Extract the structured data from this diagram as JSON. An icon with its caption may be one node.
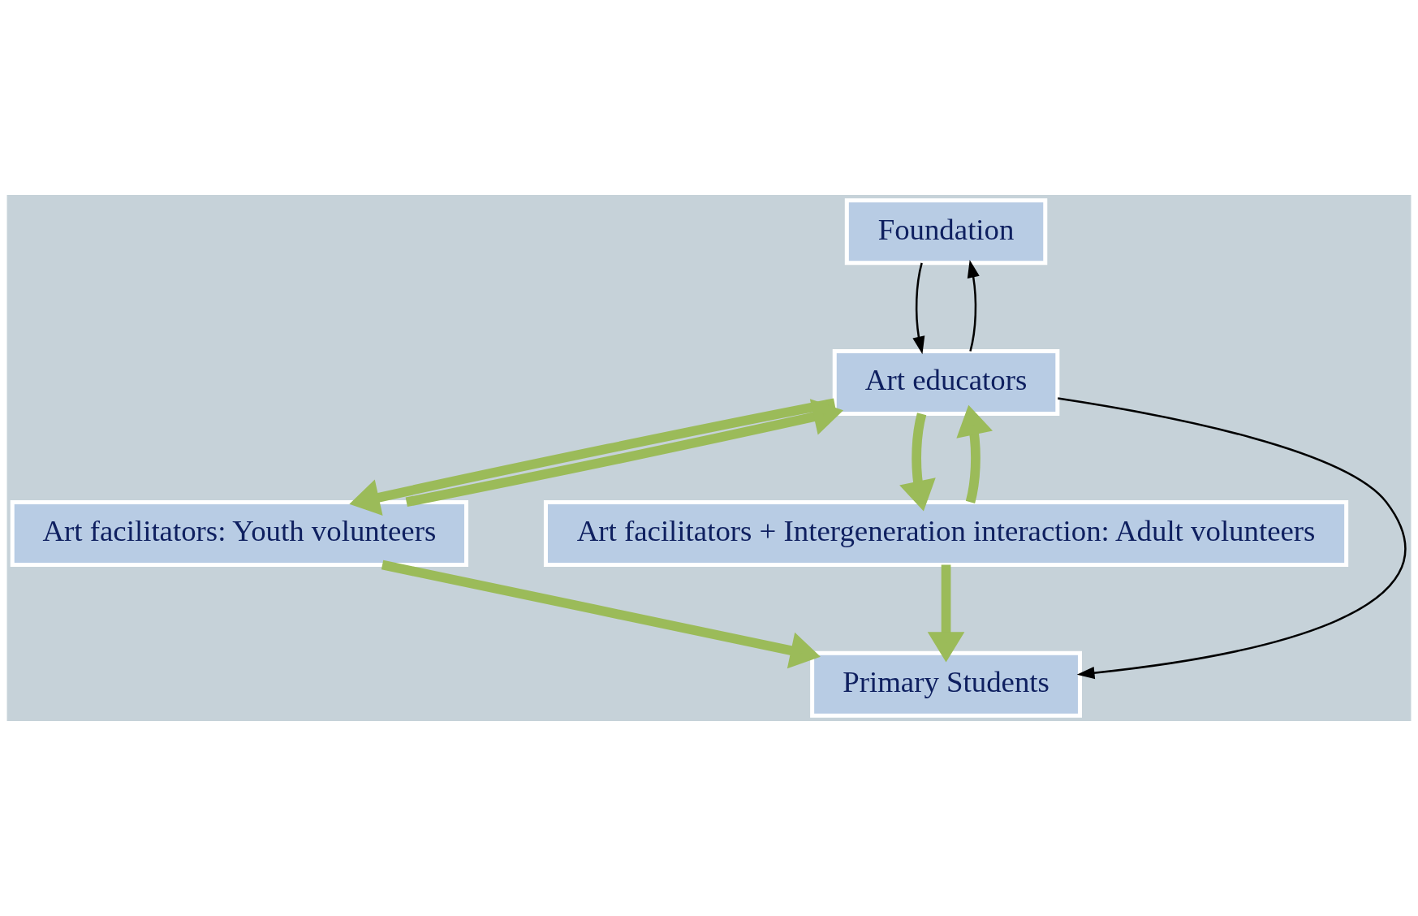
{
  "diagram": {
    "nodes": [
      {
        "text": [
          "Foundation"
        ]
      },
      {
        "text": [
          "Art educators"
        ]
      },
      {
        "text": [
          "Art facilitators: Youth volunteers"
        ]
      },
      {
        "text": [
          "Art facilitators + Intergeneration interaction: Adult volunteers"
        ]
      },
      {
        "text": [
          "Primary Students"
        ]
      }
    ],
    "edges": [
      {
        "from": 1,
        "to": 0,
        "arrow": "to",
        "color": "#000000"
      },
      {
        "from": 0,
        "to": 1,
        "arrow": "to",
        "color": "#000000"
      },
      {
        "from": 1,
        "to": 2,
        "arrow": "to"
      },
      {
        "from": 1,
        "to": 3,
        "arrow": "to"
      },
      {
        "from": 2,
        "to": 1,
        "arrow": "to"
      },
      {
        "from": 3,
        "to": 1,
        "arrow": "to"
      },
      {
        "from": 1,
        "to": 4,
        "arrow": "to",
        "color": "#000000"
      },
      {
        "from": 2,
        "to": 4,
        "arrow": "to"
      },
      {
        "from": 3,
        "to": 4,
        "arrow": "to"
      }
    ]
  }
}
